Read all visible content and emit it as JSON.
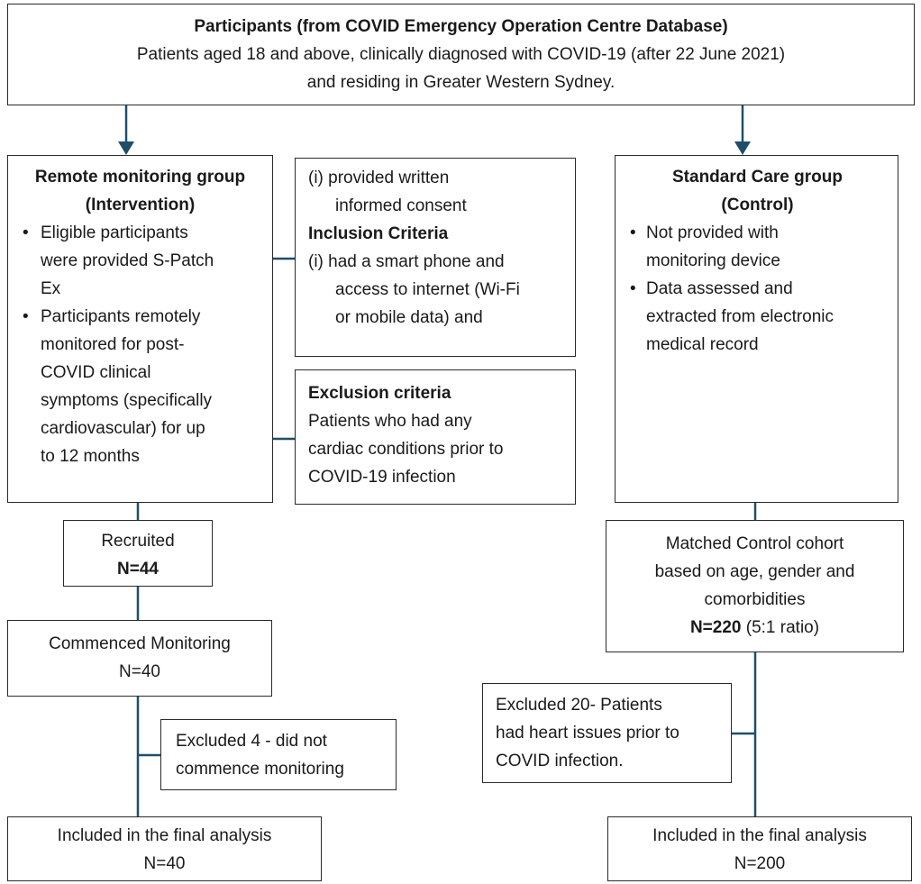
{
  "participants": {
    "title": "Participants (from COVID Emergency Operation Centre Database)",
    "line1": "Patients aged 18 and above, clinically diagnosed with COVID-19 (after 22 June 2021)",
    "line2": "and residing in Greater Western Sydney."
  },
  "intervention": {
    "title1": "Remote monitoring group",
    "title2": "(Intervention)",
    "bullets": [
      [
        "Eligible participants",
        "were provided S-Patch",
        "Ex"
      ],
      [
        "Participants remotely",
        "monitored for post-",
        "COVID clinical",
        "symptoms (specifically",
        "cardiovascular) for up",
        "to 12 months"
      ]
    ]
  },
  "inclusion": {
    "item1_l1": "(i)  provided written",
    "item1_l2": "informed consent",
    "title": "Inclusion Criteria",
    "item2_l1": "(i)  had a smart phone and",
    "item2_l2": "access to internet (Wi-Fi",
    "item2_l3": "or mobile data) and"
  },
  "exclusion": {
    "title": "Exclusion criteria",
    "l1": "Patients who had any",
    "l2": "cardiac conditions prior to",
    "l3": "COVID-19 infection"
  },
  "control": {
    "title1": "Standard Care group",
    "title2": "(Control)",
    "bullets": [
      [
        "Not provided with",
        "monitoring device"
      ],
      [
        "Data assessed and",
        "extracted from electronic",
        "medical record"
      ]
    ]
  },
  "recruited": {
    "label": "Recruited",
    "n": "N=44"
  },
  "commenced": {
    "label": "Commenced Monitoring",
    "n": "N=40"
  },
  "excluded_left": {
    "l1": "Excluded 4 - did not",
    "l2": "commence monitoring"
  },
  "final_left": {
    "label": "Included in the final analysis",
    "n": "N=40"
  },
  "matched": {
    "l1": "Matched Control cohort",
    "l2": "based on age, gender and",
    "l3": "comorbidities",
    "n": "N=220",
    "ratio": " (5:1 ratio)"
  },
  "excluded_right": {
    "l1": "Excluded 20- Patients",
    "l2": "had heart issues prior to",
    "l3": "COVID infection."
  },
  "final_right": {
    "label": "Included in the final analysis",
    "n": "N=200"
  },
  "bullet_char": "•",
  "colors": {
    "arrow": "#1f4e6b",
    "border": "#2a2a2a"
  }
}
